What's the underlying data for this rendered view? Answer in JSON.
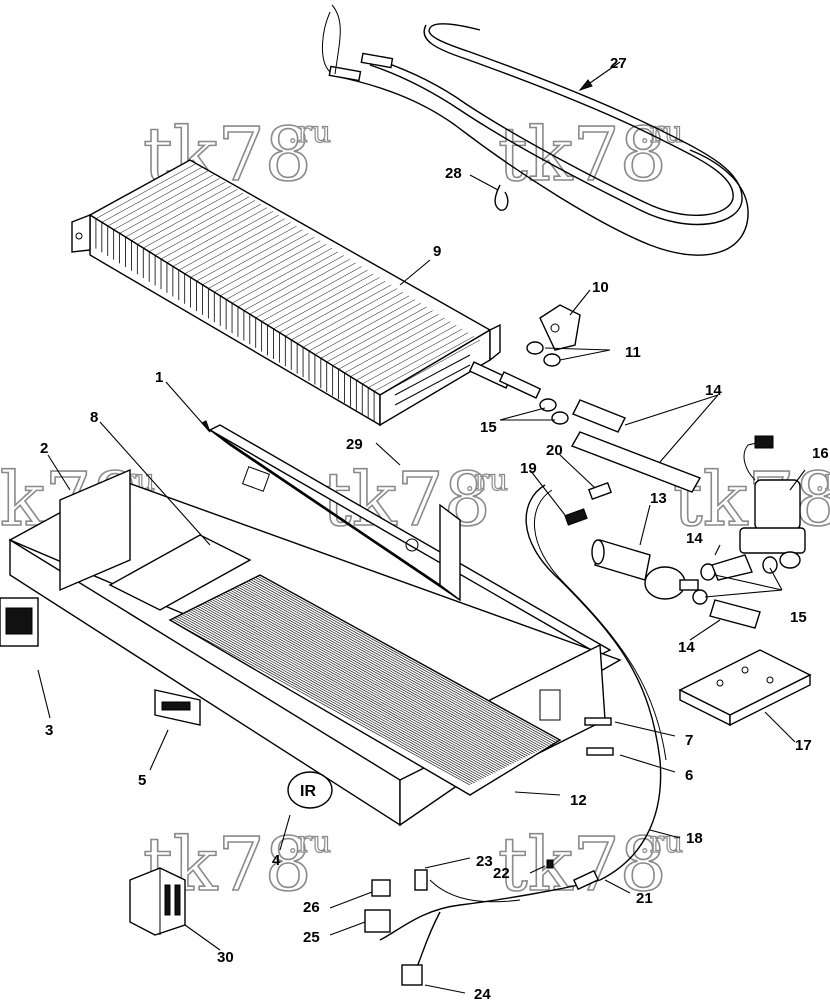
{
  "diagram": {
    "watermark": {
      "text": "tk78",
      "suffix": ".ru"
    },
    "labels": {
      "p1": "1",
      "p2": "2",
      "p3": "3",
      "p4": "4",
      "p5": "5",
      "p6": "6",
      "p7": "7",
      "p8": "8",
      "p9": "9",
      "p10": "10",
      "p11": "11",
      "p12": "12",
      "p13": "13",
      "p14a": "14",
      "p14b": "14",
      "p14c": "14",
      "p15a": "15",
      "p15b": "15",
      "p16": "16",
      "p17": "17",
      "p18": "18",
      "p19": "19",
      "p20": "20",
      "p21": "21",
      "p22": "22",
      "p23": "23",
      "p24": "24",
      "p25": "25",
      "p26": "26",
      "p27": "27",
      "p28": "28",
      "p29": "29",
      "p30": "30"
    },
    "logo_text": {
      "ir": "IR"
    }
  }
}
